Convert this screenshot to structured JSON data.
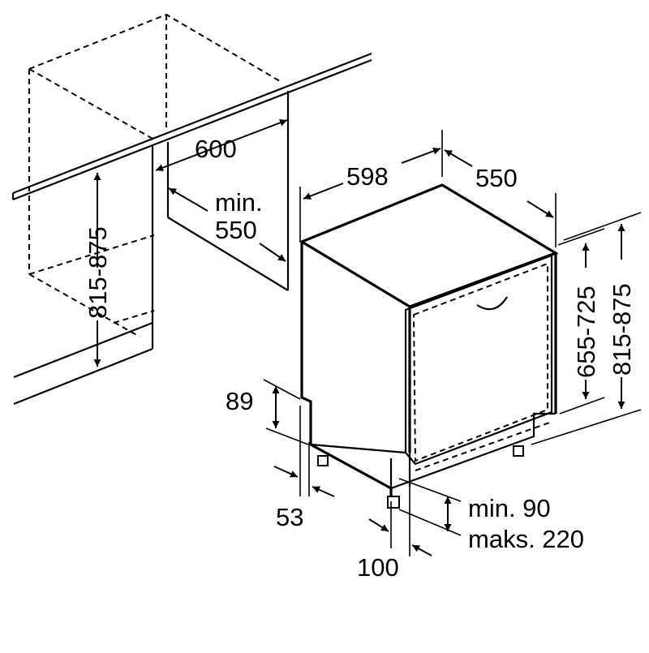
{
  "dimensions": {
    "niche_width": "600",
    "niche_depth_label": "min.",
    "niche_depth_value": "550",
    "niche_height": "815-875",
    "appliance_width": "598",
    "appliance_depth": "550",
    "door_height": "655-725",
    "appliance_height": "815-875",
    "plinth_height": "89",
    "plinth_recess": "53",
    "foot_height_min": "min. 90",
    "foot_height_max": "maks. 220",
    "door_offset": "100"
  }
}
